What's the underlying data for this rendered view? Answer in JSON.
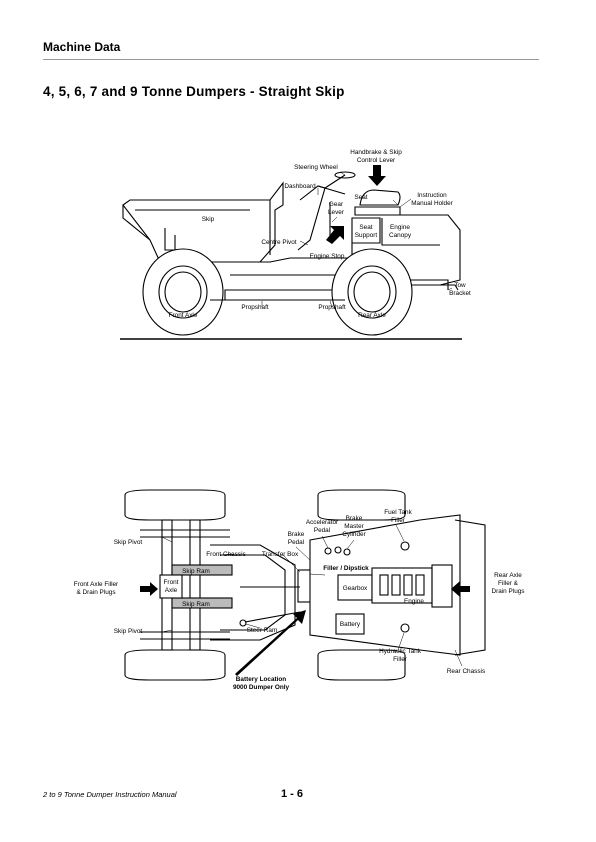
{
  "header": {
    "section": "Machine Data"
  },
  "title": "4, 5, 6, 7 and 9 Tonne Dumpers - Straight Skip",
  "side_view": {
    "labels": {
      "handbrake": [
        "Handbrake & Skip",
        "Control Lever"
      ],
      "steering_wheel": "Steering Wheel",
      "dashboard": "Dashboard",
      "seat": "Seat",
      "instruction_holder": [
        "Instruction",
        "Manual Holder"
      ],
      "gear_lever": [
        "Gear",
        "Lever"
      ],
      "skip": "Skip",
      "seat_support": [
        "Seat",
        "Support"
      ],
      "engine_canopy": [
        "Engine",
        "Canopy"
      ],
      "centre_pivot": "Centre Pivot",
      "engine_stop": "Engine Stop",
      "tow_bracket": [
        "Tow",
        "Bracket"
      ],
      "front_axle": "Front Axle",
      "propshaft_1": "Propshaft",
      "propshaft_2": "Propshaft",
      "rear_axle": "Rear Axle"
    }
  },
  "plan_view": {
    "labels": {
      "fuel_tank_filler": [
        "Fuel Tank",
        "Filler"
      ],
      "brake_master": [
        "Brake",
        "Master",
        "Cylinder"
      ],
      "accelerator": [
        "Accelerator",
        "Pedal"
      ],
      "brake_pedal": [
        "Brake",
        "Pedal"
      ],
      "skip_pivot_top": "Skip Pivot",
      "front_chassis": "Front Chassis",
      "transfer_box": "Transfer Box",
      "filler_dipstick": "Filler / Dipstick",
      "skip_ram_top": "Skip Ram",
      "front_axle_filler": [
        "Front Axle Filler",
        "& Drain Plugs"
      ],
      "front_axle_box": [
        "Front",
        "Axle"
      ],
      "gearbox": "Gearbox",
      "engine": "Engine",
      "rear_axle_filler": [
        "Rear Axle",
        "Filler &",
        "Drain Plugs"
      ],
      "skip_ram_bottom": "Skip Ram",
      "battery": "Battery",
      "skip_pivot_bottom": "Skip Pivot",
      "steer_ram": "Steer Ram",
      "hydraulic_tank": [
        "Hydraulic Tank",
        "Filler"
      ],
      "rear_chassis": "Rear Chassis",
      "battery_location": [
        "Battery Location",
        "9000 Dumper Only"
      ]
    }
  },
  "footer": {
    "manual": "2 to 9 Tonne Dumper Instruction Manual",
    "page": "1 - 6"
  }
}
